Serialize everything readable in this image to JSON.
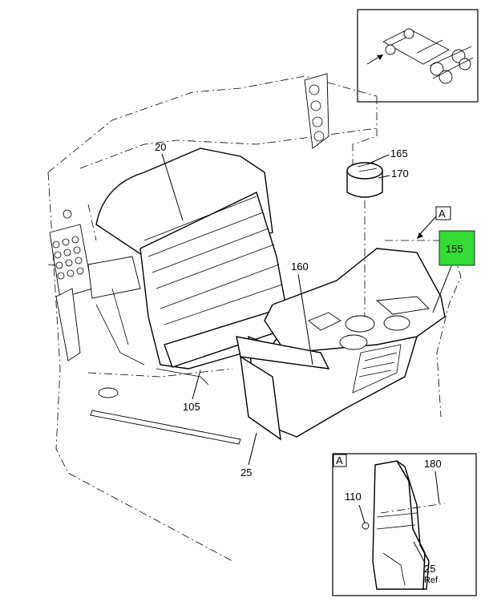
{
  "callouts": {
    "c20": "20",
    "c165": "165",
    "c170": "170",
    "cA": "A",
    "c155": "155",
    "c160": "160",
    "c105": "105",
    "c25": "25"
  },
  "detail": {
    "letter": "A",
    "c180": "180",
    "c110": "110",
    "c25": "25",
    "ref": "Ref"
  },
  "highlight_color": "#33dd33"
}
